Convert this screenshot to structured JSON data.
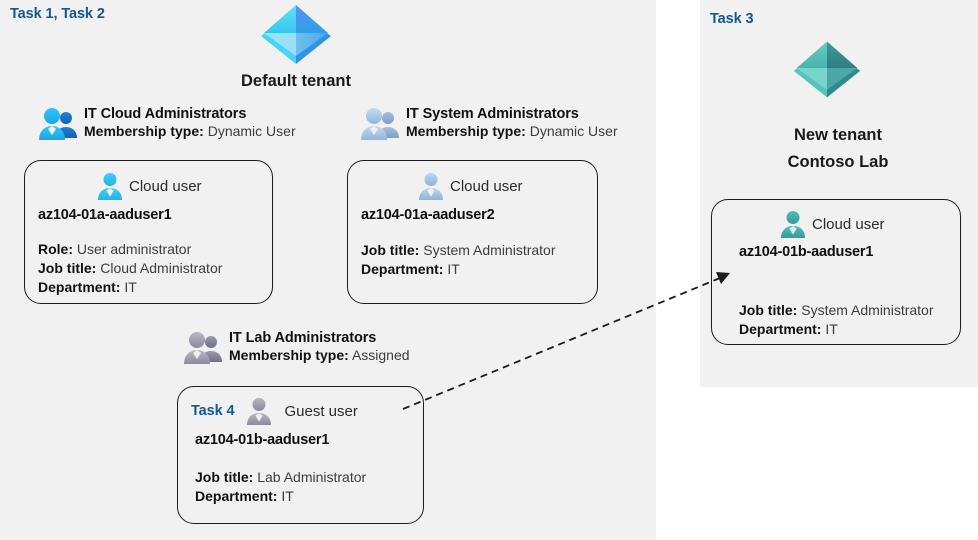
{
  "panels": {
    "left": {
      "task_label": "Task 1, Task 2"
    },
    "right": {
      "task_label": "Task 3"
    }
  },
  "tenants": {
    "default": {
      "icon": "azure-ad-tenant-icon",
      "title": "Default tenant",
      "color": "#43b0f1"
    },
    "new": {
      "icon": "azure-ad-tenant-icon",
      "title_line1": "New  tenant",
      "title_line2": "Contoso Lab",
      "color": "#4cb5ad"
    }
  },
  "groups": [
    {
      "id": "it-cloud-administrators",
      "icon": "group-users-icon",
      "name": "IT Cloud Administrators",
      "membership_key": "Membership type:",
      "membership_value": "Dynamic User"
    },
    {
      "id": "it-system-administrators",
      "icon": "group-users-icon",
      "name": "IT System Administrators",
      "membership_key": "Membership type:",
      "membership_value": "Dynamic User"
    },
    {
      "id": "it-lab-administrators",
      "icon": "group-users-icon",
      "name": "IT Lab Administrators",
      "membership_key": "Membership type:",
      "membership_value": "Assigned"
    }
  ],
  "cards": [
    {
      "id": "aaduser1-cloud",
      "task_label": "",
      "icon": "cloud-user-icon",
      "user_type": "Cloud user",
      "username": "az104-01a-aaduser1",
      "props": [
        {
          "key": "Role:",
          "value": "User administrator"
        },
        {
          "key": "Job title:",
          "value": "Cloud Administrator"
        },
        {
          "key": "Department:",
          "value": "IT"
        }
      ]
    },
    {
      "id": "aaduser2-cloud",
      "task_label": "",
      "icon": "cloud-user-icon",
      "user_type": "Cloud user",
      "username": "az104-01a-aaduser2",
      "props": [
        {
          "key": "Job title:",
          "value": "System Administrator"
        },
        {
          "key": "Department:",
          "value": "IT"
        }
      ]
    },
    {
      "id": "aaduser1b-guest",
      "task_label": "Task 4",
      "icon": "guest-user-icon",
      "user_type": "Guest user",
      "username": "az104-01b-aaduser1",
      "props": [
        {
          "key": "Job title:",
          "value": "Lab Administrator"
        },
        {
          "key": "Department:",
          "value": "IT"
        }
      ]
    },
    {
      "id": "aaduser1b-cloud",
      "task_label": "",
      "icon": "cloud-user-icon",
      "user_type": "Cloud user",
      "username": "az104-01b-aaduser1",
      "props": [
        {
          "key": "Job title:",
          "value": "System Administrator"
        },
        {
          "key": "Department:",
          "value": "IT"
        }
      ]
    }
  ],
  "connector": {
    "name": "guest-user-invite-arrow",
    "style": "dashed",
    "from": "aaduser1b-guest",
    "to": "aaduser1b-cloud",
    "color": "#1b1b1b"
  },
  "colors": {
    "panel_bg": "#f1f1f1",
    "page_bg": "#ffffff",
    "task_text": "#14588f",
    "card_border": "#1d1d1d",
    "tenant_blue": "#43b0f1",
    "tenant_teal": "#4cb5ad"
  }
}
